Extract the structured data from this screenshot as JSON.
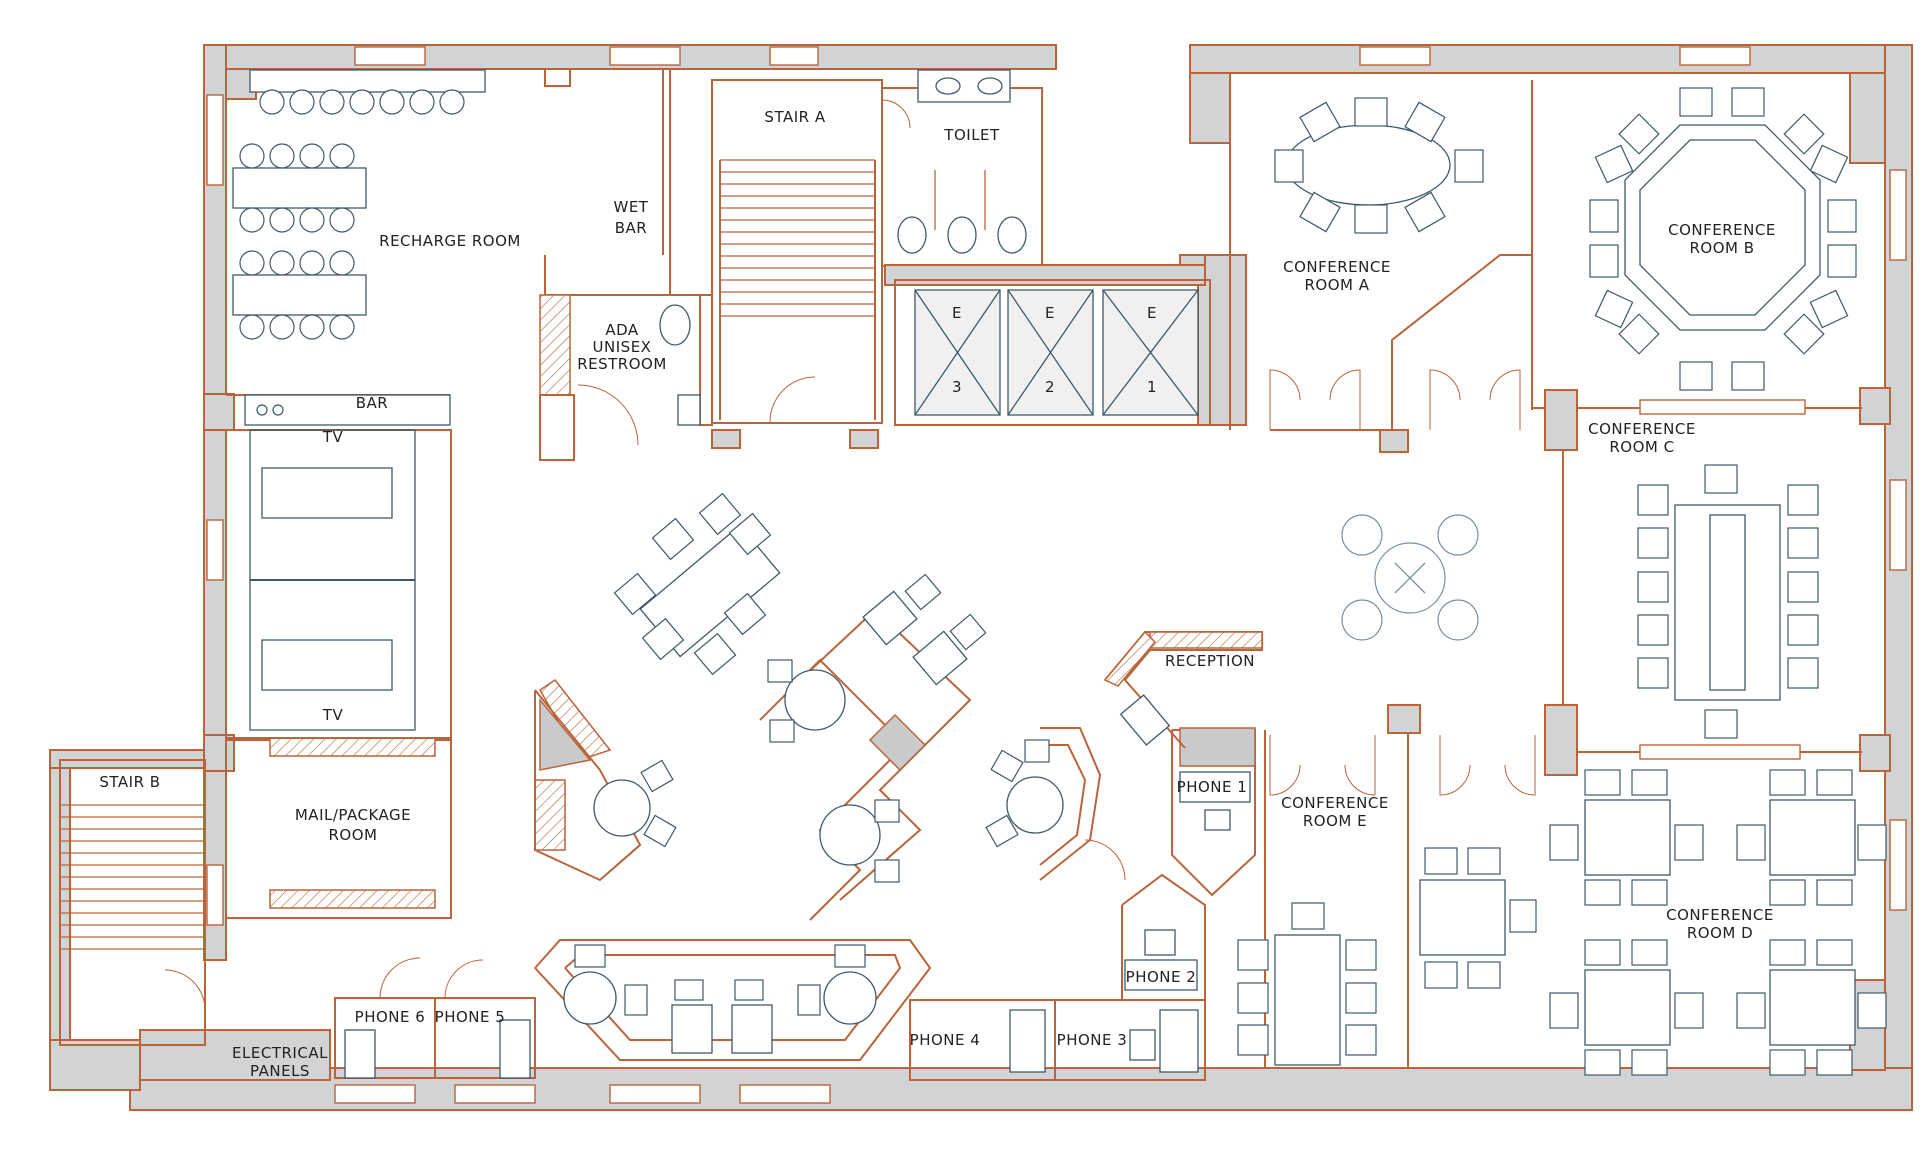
{
  "colors": {
    "wall_fill": "#d2d3d5",
    "wall_stroke": "#b9643a",
    "furniture": "#3f5968",
    "background": "#ffffff"
  },
  "rooms": {
    "recharge_room": "RECHARGE ROOM",
    "wet_bar_1": "WET",
    "wet_bar_2": "BAR",
    "stair_a": "STAIR A",
    "toilet": "TOILET",
    "ada_1": "ADA",
    "ada_2": "UNISEX",
    "ada_3": "RESTROOM",
    "bar": "BAR",
    "tv_top": "TV",
    "tv_bottom": "TV",
    "stair_b": "STAIR B",
    "mail_1": "MAIL/PACKAGE",
    "mail_2": "ROOM",
    "electrical_1": "ELECTRICAL",
    "electrical_2": "PANELS",
    "phone_6": "PHONE 6",
    "phone_5": "PHONE 5",
    "phone_4": "PHONE 4",
    "phone_3": "PHONE 3",
    "phone_2": "PHONE 2",
    "phone_1": "PHONE 1",
    "reception": "RECEPTION",
    "conf_a_1": "CONFERENCE",
    "conf_a_2": "ROOM A",
    "conf_b_1": "CONFERENCE",
    "conf_b_2": "ROOM B",
    "conf_c_1": "CONFERENCE",
    "conf_c_2": "ROOM C",
    "conf_d_1": "CONFERENCE",
    "conf_d_2": "ROOM D",
    "conf_e_1": "CONFERENCE",
    "conf_e_2": "ROOM E"
  },
  "elevators": [
    {
      "letter": "E",
      "number": "3"
    },
    {
      "letter": "E",
      "number": "2"
    },
    {
      "letter": "E",
      "number": "1"
    }
  ]
}
